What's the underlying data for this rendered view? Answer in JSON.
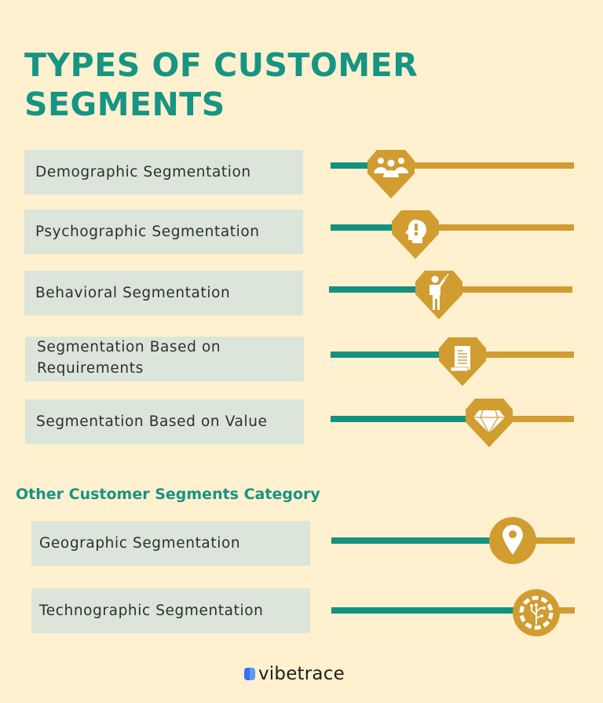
{
  "title": "TYPES OF CUSTOMER SEGMENTS",
  "segments": [
    {
      "label": "Demographic Segmentation",
      "icon": "people-group-icon"
    },
    {
      "label": "Psychographic Segmentation",
      "icon": "head-exclamation-icon"
    },
    {
      "label": "Behavioral Segmentation",
      "icon": "person-checkmark-icon"
    },
    {
      "label": "Segmentation Based on Requirements",
      "icon": "scroll-document-icon"
    },
    {
      "label": "Segmentation Based on Value",
      "icon": "diamond-icon"
    }
  ],
  "other_heading": "Other Customer Segments Category",
  "other_segments": [
    {
      "label": "Geographic Segmentation",
      "icon": "map-pin-icon"
    },
    {
      "label": "Technographic Segmentation",
      "icon": "gear-circuit-icon"
    }
  ],
  "brand": {
    "name": "vibetrace"
  },
  "colors": {
    "background": "#fff0cf",
    "teal": "#14917f",
    "gold": "#d19c30",
    "box": "#dbe5d9",
    "text": "#2f2f2f"
  }
}
